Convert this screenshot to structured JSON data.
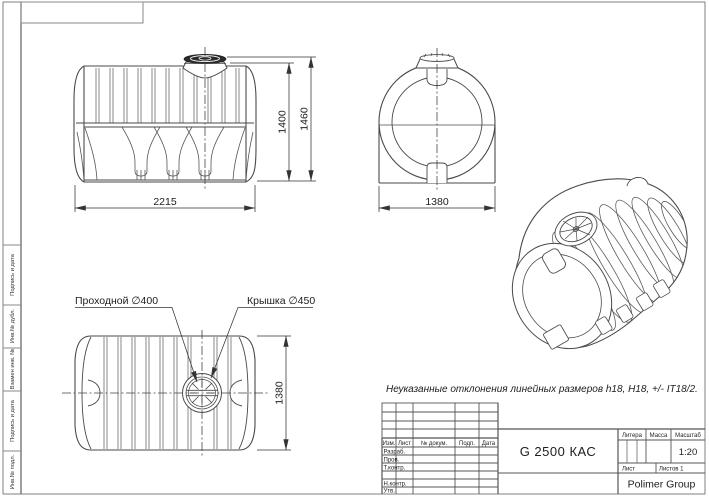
{
  "drawing": {
    "note": "Неуказанные отклонения линейных размеров h18, H18,  +/- IT18/2.",
    "side_view": {
      "width": "2215",
      "height_body": "1400",
      "height_total": "1460"
    },
    "front_view": {
      "width": "1380"
    },
    "top_view": {
      "length": "1380",
      "passage_label": "Проходной ∅400",
      "lid_label": "Крышка ∅450"
    }
  },
  "margin": {
    "labels": [
      "Подпись и дата",
      "Инв.№ дубл.",
      "Взамен инв. №",
      "Подпись и дата",
      "Инв.№ подл."
    ]
  },
  "title_block": {
    "designation": "G 2500 КАС",
    "company": "Polimer Group",
    "scale_value": "1:20",
    "columns": {
      "izm": "Изм.",
      "list": "Лист",
      "doc": "№ докум.",
      "sign": "Подп.",
      "date": "Дата"
    },
    "right": {
      "litera": "Литера",
      "mass": "Масса",
      "scale": "Масштаб",
      "sheet": "Лист",
      "sheets": "Листов 1"
    },
    "sign_rows": [
      "Разраб.",
      "Пров.",
      "Т.контр.",
      "Н.контр.",
      "Утв."
    ]
  }
}
